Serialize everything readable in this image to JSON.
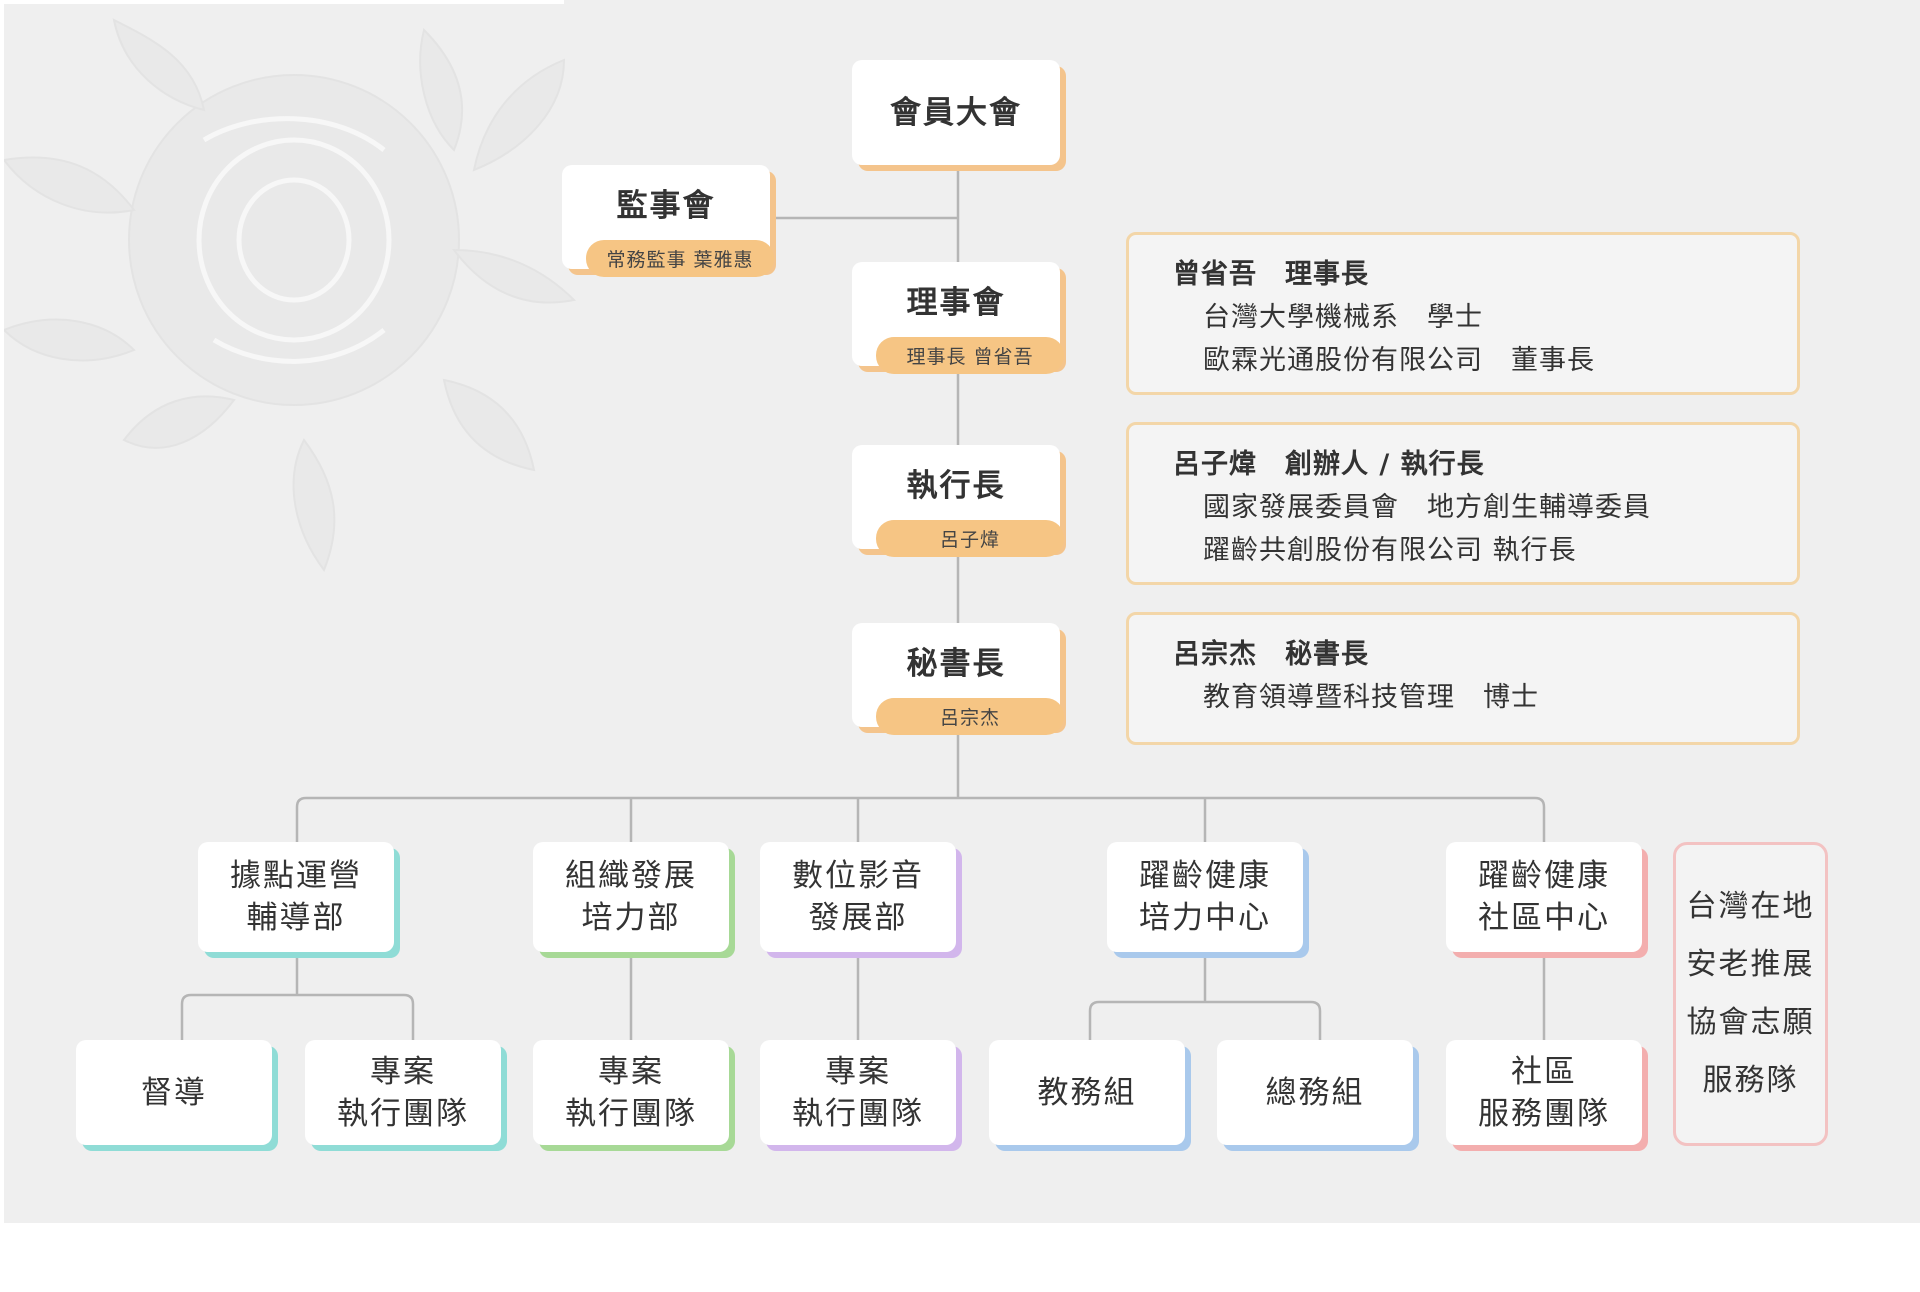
{
  "chart": {
    "general_assembly": "會員大會",
    "supervisors": {
      "title": "監事會",
      "tag": "常務監事 葉雅惠"
    },
    "board": {
      "title": "理事會",
      "tag": "理事長 曾省吾"
    },
    "ceo": {
      "title": "執行長",
      "tag": "呂子煒"
    },
    "secretary": {
      "title": "秘書長",
      "tag": "呂宗杰"
    },
    "departments": [
      {
        "line1": "據點運營",
        "line2": "輔導部"
      },
      {
        "line1": "組織發展",
        "line2": "培力部"
      },
      {
        "line1": "數位影音",
        "line2": "發展部"
      },
      {
        "line1": "躍齡健康",
        "line2": "培力中心"
      },
      {
        "line1": "躍齡健康",
        "line2": "社區中心"
      }
    ],
    "units": [
      {
        "line1": "督導",
        "line2": ""
      },
      {
        "line1": "專案",
        "line2": "執行團隊"
      },
      {
        "line1": "專案",
        "line2": "執行團隊"
      },
      {
        "line1": "專案",
        "line2": "執行團隊"
      },
      {
        "line1": "教務組",
        "line2": ""
      },
      {
        "line1": "總務組",
        "line2": ""
      },
      {
        "line1": "社區",
        "line2": "服務團隊"
      }
    ]
  },
  "profiles": {
    "chair": {
      "heading": "曾省吾　理事長",
      "lines": [
        "台灣大學機械系　學士",
        "歐霖光通股份有限公司　董事長"
      ]
    },
    "ceo": {
      "heading": "呂子煒　創辦人 / 執行長",
      "lines": [
        "國家發展委員會　地方創生輔導委員",
        "躍齡共創股份有限公司 執行長"
      ]
    },
    "secretary": {
      "heading": "呂宗杰　秘書長",
      "lines": [
        "教育領導暨科技管理　博士"
      ]
    }
  },
  "volunteer": {
    "lines": [
      "台灣在地",
      "安老推展",
      "協會志願",
      "服務隊"
    ]
  },
  "colors": {
    "background": "#efefef",
    "connector": "#b5b5b5",
    "orange": "#f6c584",
    "teal": "#8fdcd6",
    "green": "#a7d996",
    "purple": "#d2b6ec",
    "blue": "#a9c9ec",
    "pink": "#f3aeae"
  }
}
